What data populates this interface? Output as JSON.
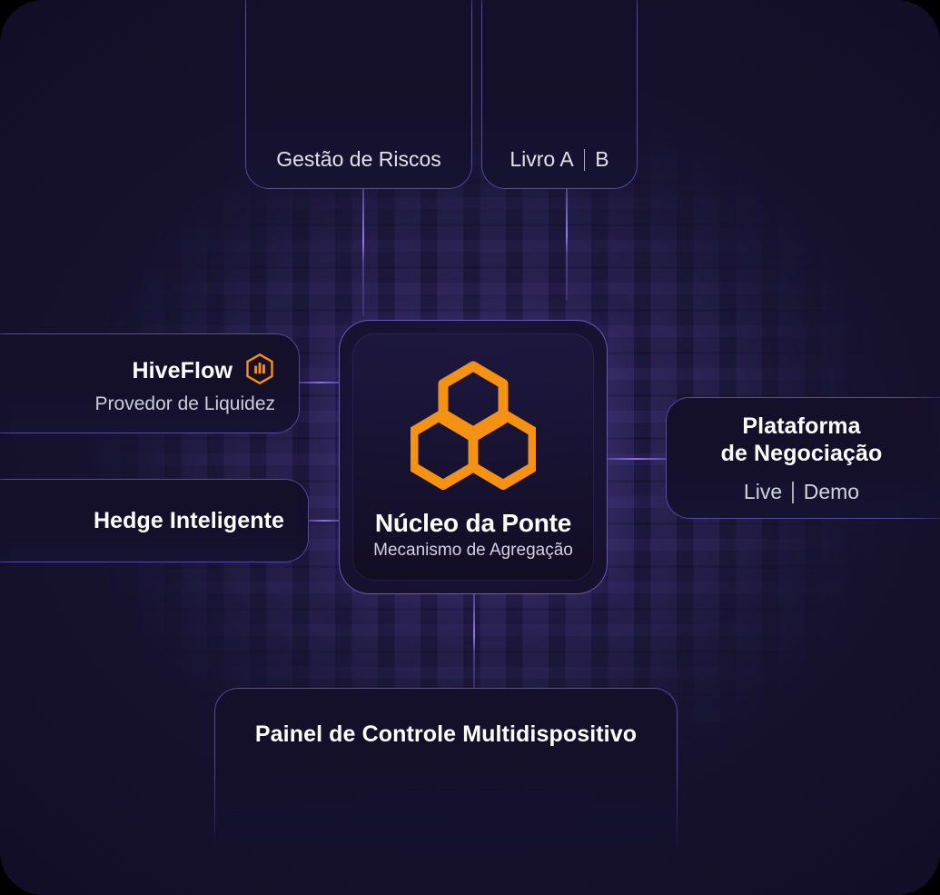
{
  "theme": {
    "frame_bg": "#171331",
    "card_bg": "#14102a",
    "border_purple": "#846CE8",
    "accent_orange": "#F59211",
    "text_primary": "#FFFFFF",
    "text_secondary": "#CFCEDE"
  },
  "diagram": {
    "core": {
      "icon": "honeycomb-hexagons-icon",
      "title": "Núcleo da Ponte",
      "subtitle": "Mecanismo de Agregação"
    },
    "nodes": {
      "risk_management": {
        "label": "Gestão de Riscos"
      },
      "book": {
        "label_a": "Livro A",
        "separator": "|",
        "label_b": "B"
      },
      "hiveflow": {
        "title": "HiveFlow",
        "icon": "hexagon-bars-icon",
        "subtitle": "Provedor de Liquidez"
      },
      "smart_hedge": {
        "label": "Hedge Inteligente"
      },
      "platform": {
        "title_line1": "Plataforma",
        "title_line2": "de Negociação",
        "mode_live": "Live",
        "separator": "|",
        "mode_demo": "Demo"
      },
      "dashboard": {
        "label": "Painel de Controle Multidispositivo"
      }
    }
  }
}
